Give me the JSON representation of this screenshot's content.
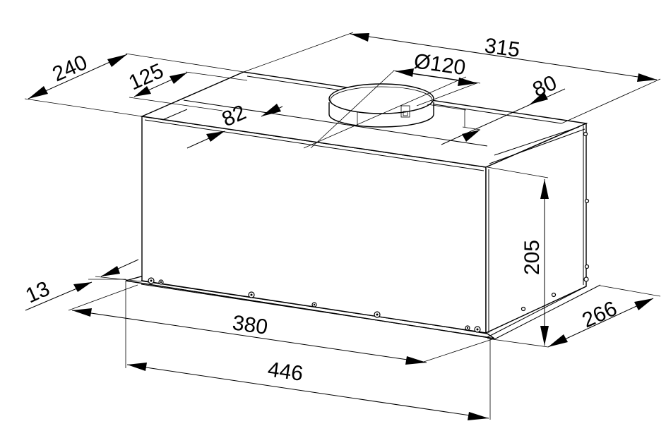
{
  "diagram": {
    "subject": "built-in range hood insert, isometric dimensional drawing",
    "units": "mm",
    "line_color": "#000000",
    "background": "#ffffff",
    "dimensions": {
      "overall_depth_top": "240",
      "duct_offset_from_front": "125",
      "front_to_duct_edge": "82",
      "duct_diameter": "Ø120",
      "overall_width_top": "315",
      "duct_to_side": "80",
      "height": "205",
      "front_lip": "13",
      "body_width": "380",
      "panel_width": "446",
      "panel_depth": "266"
    }
  }
}
